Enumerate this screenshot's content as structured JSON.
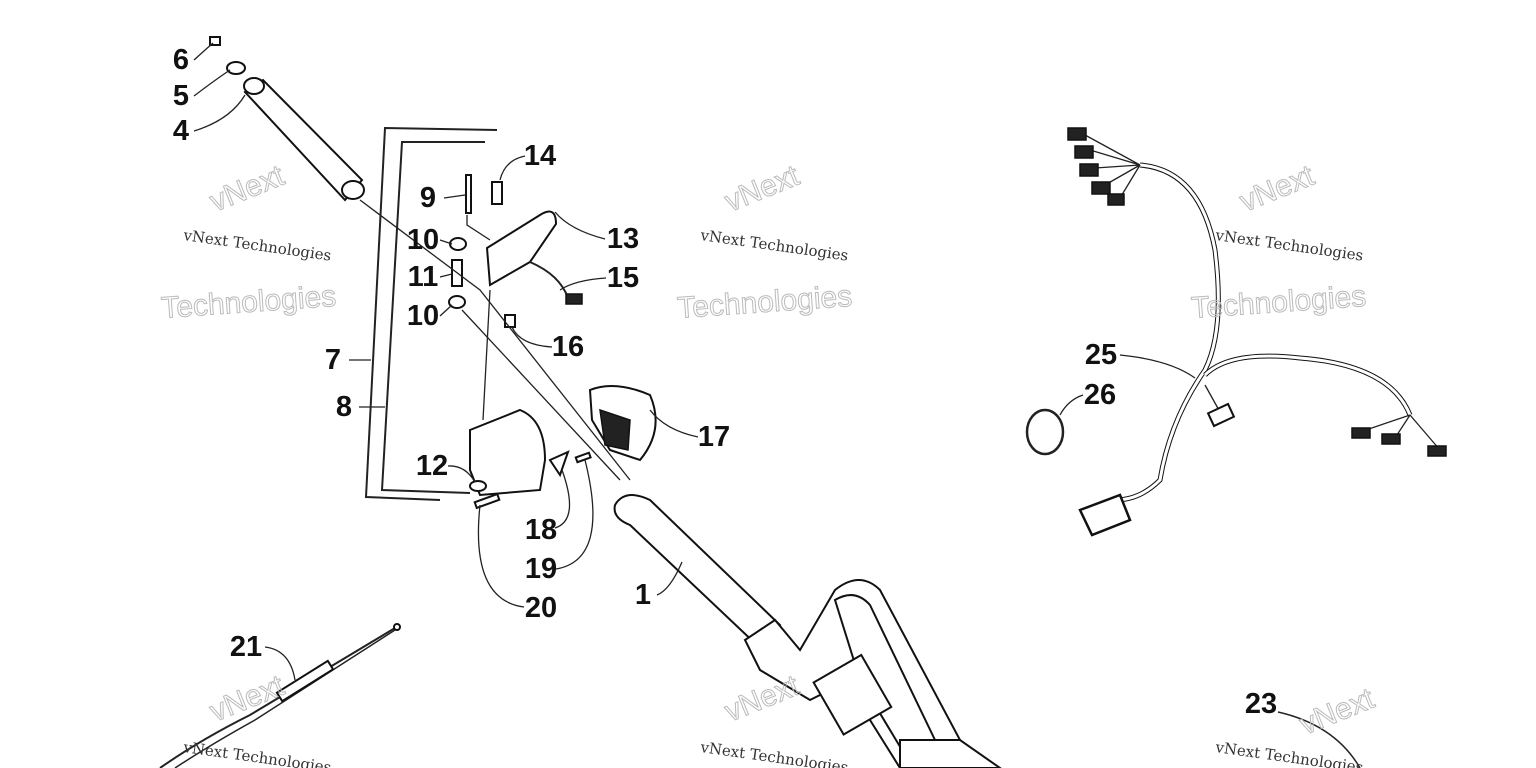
{
  "diagram": {
    "type": "exploded parts diagram",
    "callouts": [
      "6",
      "5",
      "4",
      "14",
      "9",
      "13",
      "10",
      "11",
      "15",
      "10",
      "16",
      "7",
      "8",
      "17",
      "12",
      "18",
      "19",
      "20",
      "1",
      "21",
      "25",
      "26",
      "23"
    ],
    "watermark": {
      "line1": "vNext Technologies",
      "line2a": "vNext",
      "line2b": "Technologies"
    }
  }
}
